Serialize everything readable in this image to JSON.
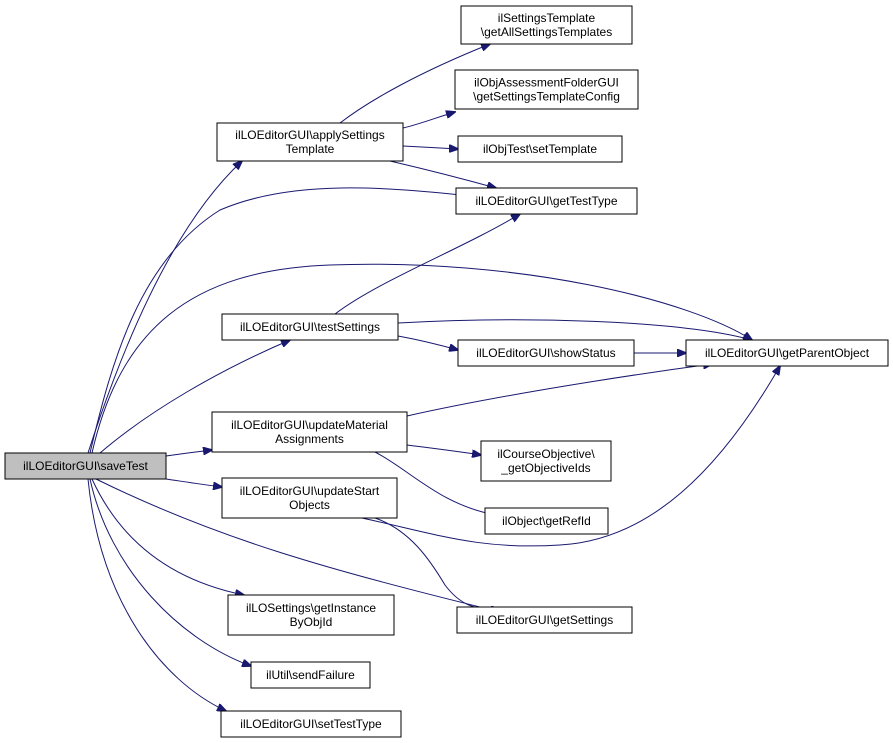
{
  "colors": {
    "edge": "#191970",
    "node_fill": "#ffffff",
    "root_fill": "#bfbfbf",
    "node_border": "#000000"
  },
  "nodes": {
    "saveTest": {
      "lines": [
        "ilLOEditorGUI\\saveTest"
      ]
    },
    "applySettingsTemplate": {
      "lines": [
        "ilLOEditorGUI\\applySettings",
        "Template"
      ]
    },
    "getAllSettingsTemplates": {
      "lines": [
        "ilSettingsTemplate",
        "\\getAllSettingsTemplates"
      ]
    },
    "getSettingsTemplateConfig": {
      "lines": [
        "ilObjAssessmentFolderGUI",
        "\\getSettingsTemplateConfig"
      ]
    },
    "setTemplate": {
      "lines": [
        "ilObjTest\\setTemplate"
      ]
    },
    "getTestType": {
      "lines": [
        "ilLOEditorGUI\\getTestType"
      ]
    },
    "testSettings": {
      "lines": [
        "ilLOEditorGUI\\testSettings"
      ]
    },
    "showStatus": {
      "lines": [
        "ilLOEditorGUI\\showStatus"
      ]
    },
    "getParentObject": {
      "lines": [
        "ilLOEditorGUI\\getParentObject"
      ]
    },
    "updateMaterialAssignments": {
      "lines": [
        "ilLOEditorGUI\\updateMaterial",
        "Assignments"
      ]
    },
    "getObjectiveIds": {
      "lines": [
        "ilCourseObjective\\",
        "_getObjectiveIds"
      ]
    },
    "getRefId": {
      "lines": [
        "ilObject\\getRefId"
      ]
    },
    "updateStartObjects": {
      "lines": [
        "ilLOEditorGUI\\updateStart",
        "Objects"
      ]
    },
    "getInstanceByObjId": {
      "lines": [
        "ilLOSettings\\getInstance",
        "ByObjId"
      ]
    },
    "getSettings": {
      "lines": [
        "ilLOEditorGUI\\getSettings"
      ]
    },
    "sendFailure": {
      "lines": [
        "ilUtil\\sendFailure"
      ]
    },
    "setTestType": {
      "lines": [
        "ilLOEditorGUI\\setTestType"
      ]
    }
  },
  "edges": [
    [
      "saveTest",
      "applySettingsTemplate"
    ],
    [
      "saveTest",
      "getTestType"
    ],
    [
      "saveTest",
      "getParentObject"
    ],
    [
      "saveTest",
      "testSettings"
    ],
    [
      "saveTest",
      "updateMaterialAssignments"
    ],
    [
      "saveTest",
      "updateStartObjects"
    ],
    [
      "saveTest",
      "getSettings"
    ],
    [
      "saveTest",
      "getInstanceByObjId"
    ],
    [
      "saveTest",
      "sendFailure"
    ],
    [
      "saveTest",
      "setTestType"
    ],
    [
      "applySettingsTemplate",
      "getAllSettingsTemplates"
    ],
    [
      "applySettingsTemplate",
      "getSettingsTemplateConfig"
    ],
    [
      "applySettingsTemplate",
      "setTemplate"
    ],
    [
      "applySettingsTemplate",
      "getTestType"
    ],
    [
      "testSettings",
      "getTestType"
    ],
    [
      "testSettings",
      "getParentObject"
    ],
    [
      "testSettings",
      "showStatus"
    ],
    [
      "showStatus",
      "getParentObject"
    ],
    [
      "updateMaterialAssignments",
      "getParentObject"
    ],
    [
      "updateMaterialAssignments",
      "getObjectiveIds"
    ],
    [
      "updateMaterialAssignments",
      "getRefId"
    ],
    [
      "updateStartObjects",
      "getParentObject"
    ],
    [
      "updateStartObjects",
      "getSettings"
    ]
  ]
}
